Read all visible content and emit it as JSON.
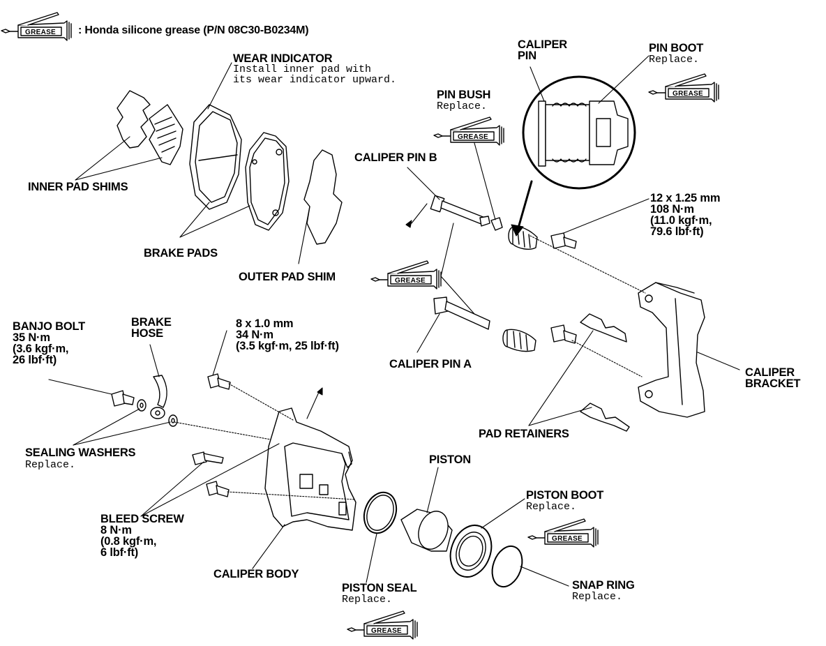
{
  "legend": {
    "icon_text": "GREASE",
    "text": ": Honda silicone grease (P/N 08C30-B0234M)"
  },
  "labels": {
    "wear_indicator": {
      "title": "WEAR INDICATOR",
      "note_1": "Install inner pad with",
      "note_2": "its wear indicator upward."
    },
    "inner_pad_shims": "INNER PAD SHIMS",
    "brake_pads": "BRAKE PADS",
    "outer_pad_shim": "OUTER PAD SHIM",
    "caliper_pin": {
      "line_1": "CALIPER",
      "line_2": "PIN"
    },
    "pin_boot": {
      "title": "PIN BOOT",
      "note": "Replace."
    },
    "pin_bush": {
      "title": "PIN BUSH",
      "note": "Replace."
    },
    "caliper_pin_b": "CALIPER PIN B",
    "caliper_pin_a": "CALIPER PIN A",
    "bracket_bolt_spec": {
      "line_1": "12 x 1.25 mm",
      "line_2": "108 N·m",
      "line_3": "(11.0 kgf·m,",
      "line_4": "79.6 lbf·ft)"
    },
    "caliper_bracket": {
      "line_1": "CALIPER",
      "line_2": "BRACKET"
    },
    "pad_retainers": "PAD RETAINERS",
    "banjo_bolt": {
      "line_1": "BANJO BOLT",
      "line_2": "35 N·m",
      "line_3": "(3.6 kgf·m,",
      "line_4": "26 lbf·ft)"
    },
    "brake_hose": {
      "line_1": "BRAKE",
      "line_2": "HOSE"
    },
    "body_bolt_spec": {
      "line_1": "8 x 1.0 mm",
      "line_2": "34 N·m",
      "line_3": "(3.5 kgf·m, 25 lbf·ft)"
    },
    "sealing_washers": {
      "title": "SEALING WASHERS",
      "note": "Replace."
    },
    "bleed_screw": {
      "line_1": "BLEED SCREW",
      "line_2": "8 N·m",
      "line_3": "(0.8 kgf·m,",
      "line_4": "6 lbf·ft)"
    },
    "caliper_body": "CALIPER BODY",
    "piston": "PISTON",
    "piston_boot": {
      "title": "PISTON BOOT",
      "note": "Replace."
    },
    "piston_seal": {
      "title": "PISTON SEAL",
      "note": "Replace."
    },
    "snap_ring": {
      "title": "SNAP RING",
      "note": "Replace."
    }
  }
}
